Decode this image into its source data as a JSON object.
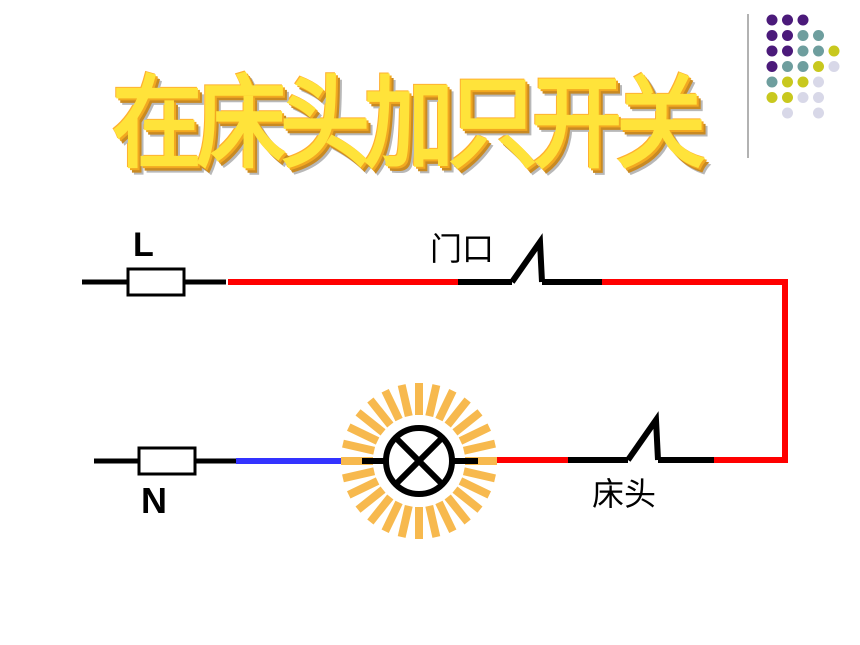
{
  "title": "在床头加只开关",
  "labels": {
    "live": "L",
    "neutral": "N",
    "switch_door": "门口",
    "switch_bed": "床头"
  },
  "colors": {
    "live_wire": "#ff0000",
    "neutral_wire": "#3333ff",
    "component": "#000000",
    "glow": "#f7b94e",
    "title_fill": "#ffe33a",
    "dot_purple": "#4b1a7a",
    "dot_teal": "#6e9e9e",
    "dot_yellow": "#c8c81e",
    "dot_lavender": "#d8d8e8"
  },
  "icons": {
    "fuse": "fuse-icon",
    "switch": "switch-icon",
    "lamp": "lamp-icon",
    "decor": "dot-pattern-icon"
  }
}
